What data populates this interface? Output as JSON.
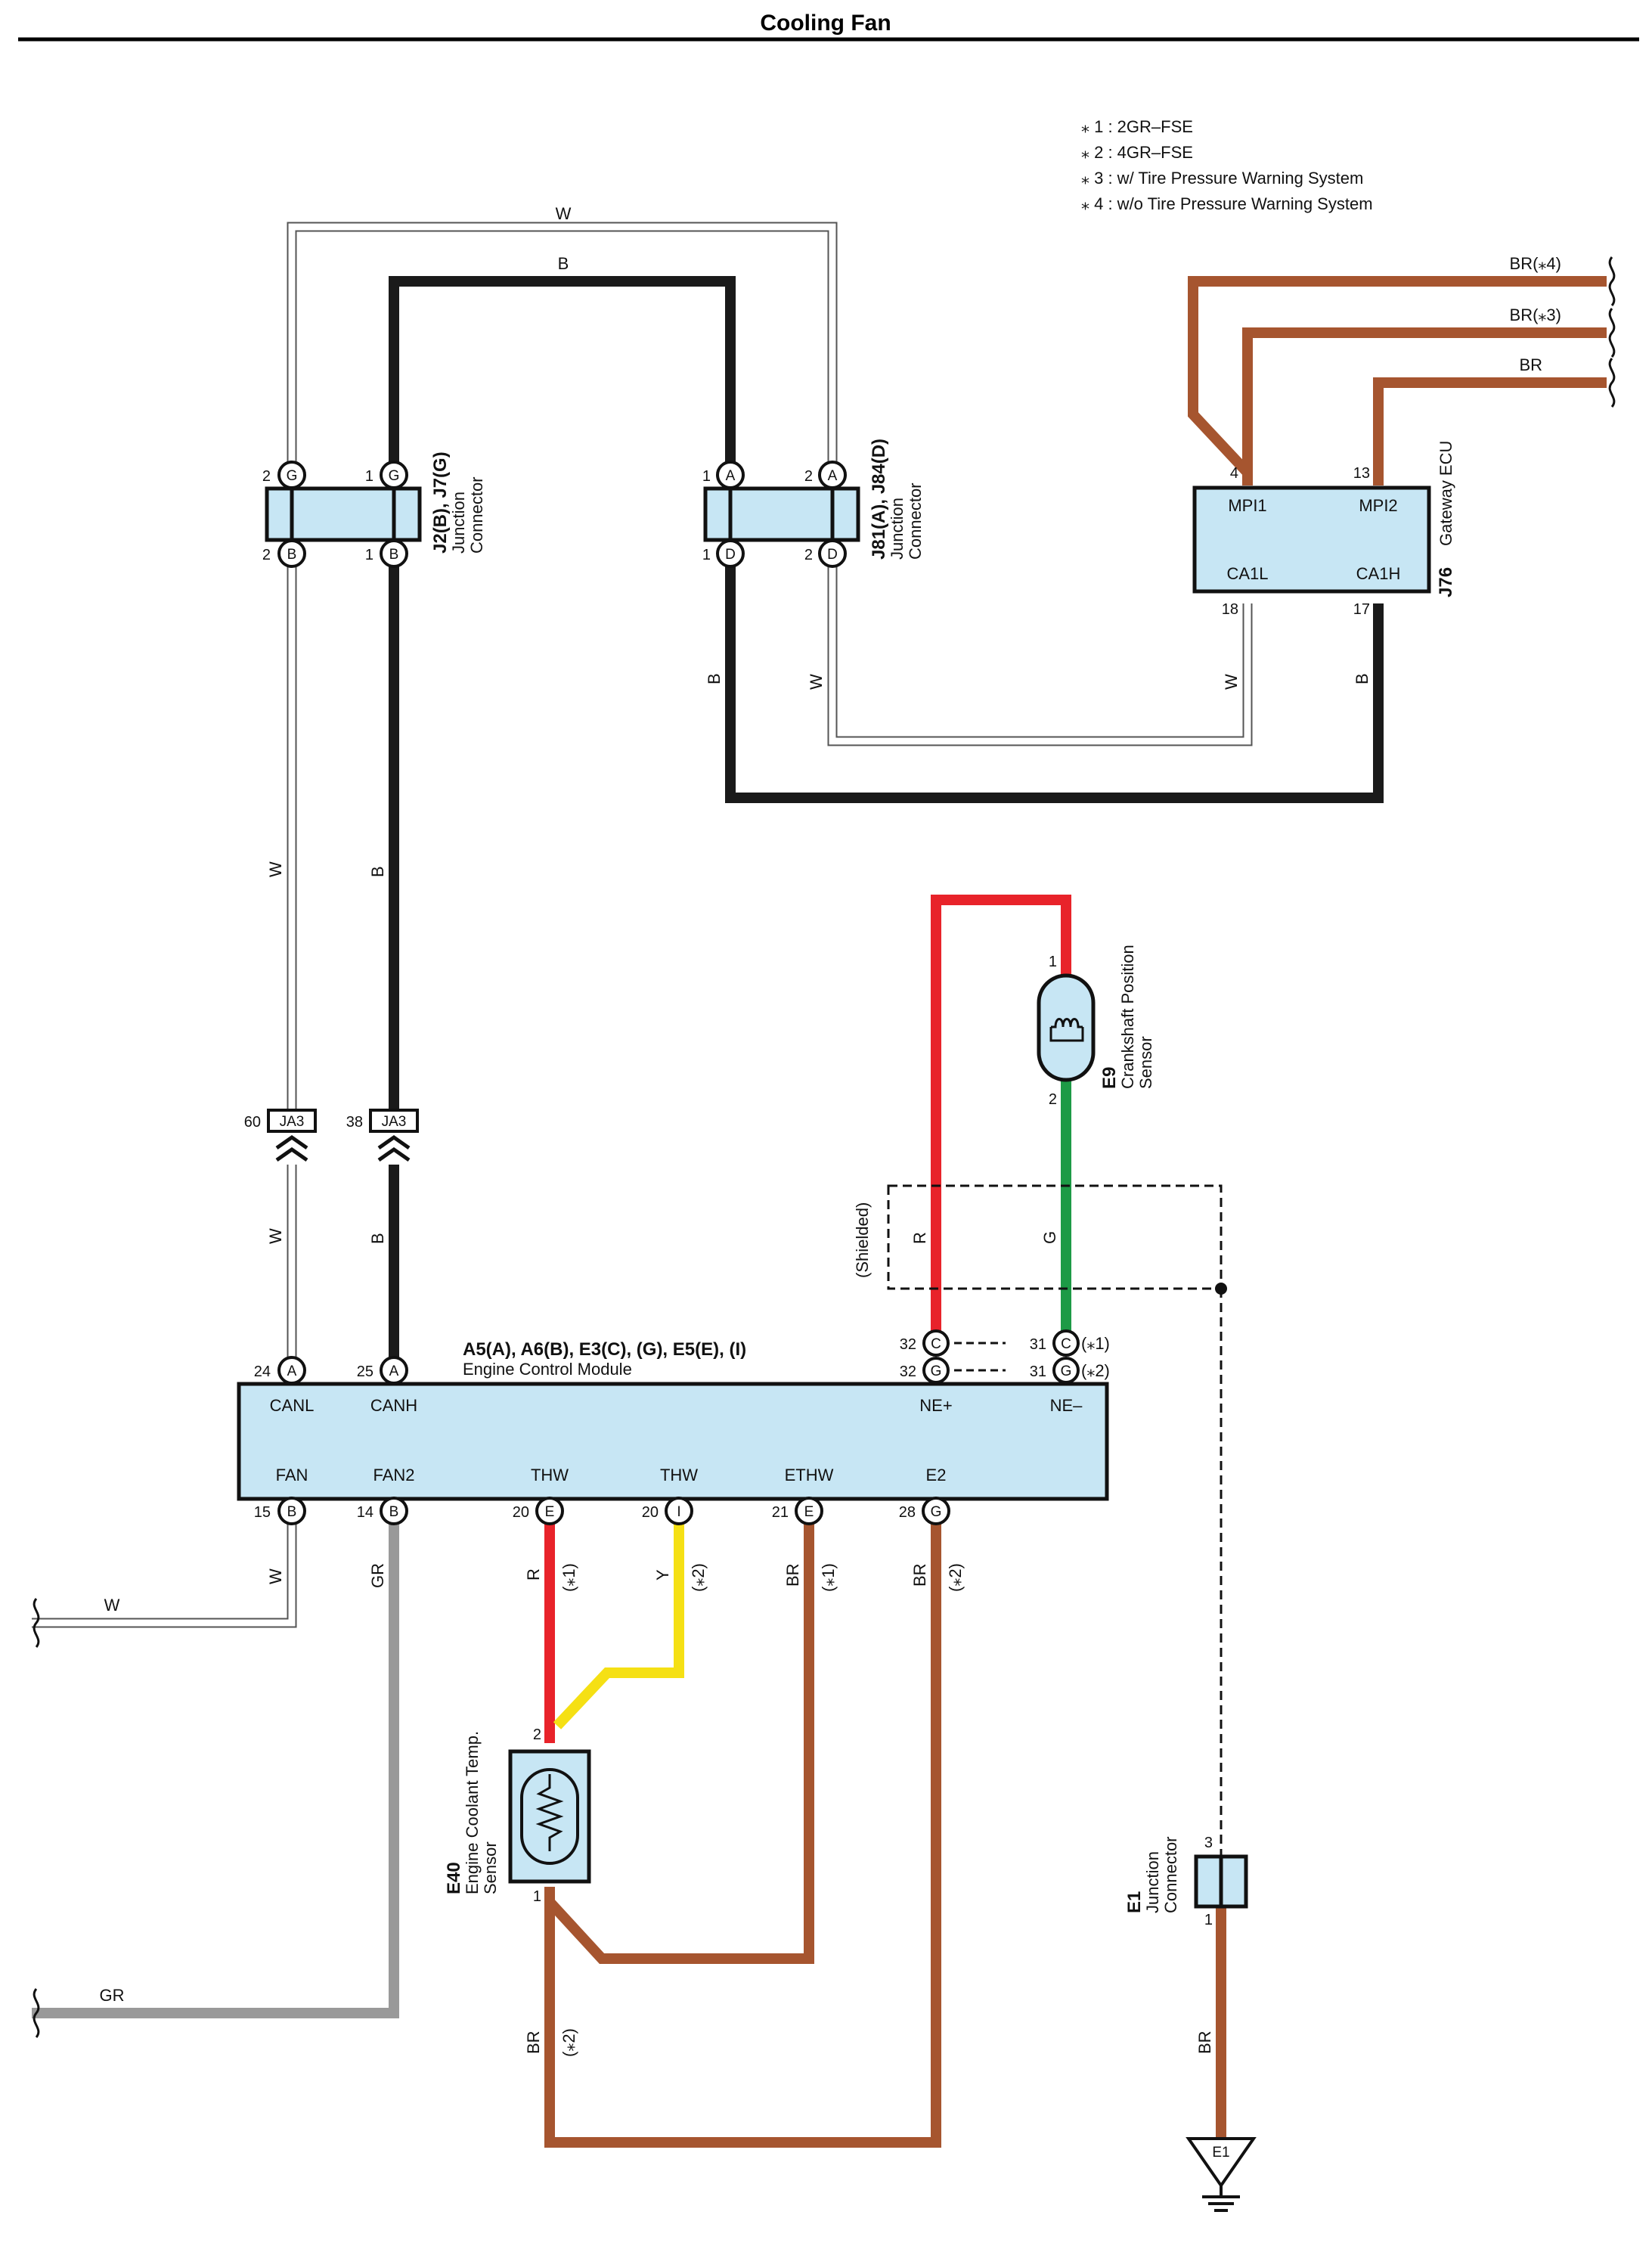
{
  "title": "Cooling Fan",
  "notes": [
    "⁎ 1 : 2GR–FSE",
    "⁎ 2 : 4GR–FSE",
    "⁎ 3 : w/ Tire Pressure Warning System",
    "⁎ 4 : w/o Tire Pressure Warning System"
  ],
  "colors": {
    "white_wire": "#ffffff",
    "black_wire": "#1a1a1a",
    "brown_wire": "#a6552f",
    "red_wire": "#e8232a",
    "green_wire": "#1d9a46",
    "yellow_wire": "#f5e014",
    "gray_wire": "#999999",
    "component_fill": "#c7e6f4"
  },
  "wire_labels": {
    "w": "W",
    "b": "B",
    "br": "BR",
    "br3": "BR(⁎3)",
    "br4": "BR(⁎4)",
    "r": "R",
    "g": "G",
    "y": "Y",
    "gr": "GR"
  },
  "suffix": {
    "n1": "(⁎1)",
    "n2": "(⁎2)"
  },
  "shielded": "(Shielded)",
  "j2": {
    "code": "J2(B), J7(G)",
    "name1": "Junction",
    "name2": "Connector",
    "pins": {
      "tl": "2",
      "tr": "1",
      "bl": "2",
      "br": "1"
    },
    "terms": {
      "tl": "G",
      "tr": "G",
      "bl": "B",
      "br": "B"
    }
  },
  "j81": {
    "code": "J81(A), J84(D)",
    "name1": "Junction",
    "name2": "Connector",
    "pins": {
      "tl": "1",
      "tr": "2",
      "bl": "1",
      "br": "2"
    },
    "terms": {
      "tl": "A",
      "tr": "A",
      "bl": "D",
      "br": "D"
    }
  },
  "j76": {
    "code": "J76",
    "name": "Gateway ECU",
    "pins": {
      "mpi1": "4",
      "mpi2": "13",
      "ca1l": "18",
      "ca1h": "17"
    },
    "labels": {
      "mpi1": "MPI1",
      "mpi2": "MPI2",
      "ca1l": "CA1L",
      "ca1h": "CA1H"
    }
  },
  "ja3": {
    "label": "JA3",
    "pin_w": "60",
    "pin_b": "38"
  },
  "e9": {
    "code": "E9",
    "name1": "Crankshaft Position",
    "name2": "Sensor",
    "pin1": "1",
    "pin2": "2"
  },
  "ecm": {
    "code": "A5(A), A6(B), E3(C), (G), E5(E), (I)",
    "name": "Engine Control Module",
    "top": {
      "canl": "CANL",
      "canh": "CANH",
      "nep": "NE+",
      "nem": "NE–"
    },
    "top_pins": {
      "canl": "24",
      "canh": "25",
      "nep1": "32",
      "nep2": "32",
      "nem1": "31",
      "nem2": "31"
    },
    "top_terms": {
      "canl": "A",
      "canh": "A",
      "nep1": "C",
      "nep2": "G",
      "nem1": "C",
      "nem2": "G"
    },
    "bottom": {
      "fan": "FAN",
      "fan2": "FAN2",
      "thw1": "THW",
      "thw2": "THW",
      "ethw": "ETHW",
      "e2": "E2"
    },
    "bottom_pins": {
      "fan": "15",
      "fan2": "14",
      "thw1": "20",
      "thw2": "20",
      "ethw": "21",
      "e2": "28"
    },
    "bottom_terms": {
      "fan": "B",
      "fan2": "B",
      "thw1": "E",
      "thw2": "I",
      "ethw": "E",
      "e2": "G"
    }
  },
  "e40": {
    "code": "E40",
    "name1": "Engine Coolant Temp.",
    "name2": "Sensor",
    "pin2": "2",
    "pin1": "1"
  },
  "e1": {
    "code": "E1",
    "name1": "Junction",
    "name2": "Connector",
    "pin3": "3",
    "pin1": "1",
    "ground": "E1"
  }
}
